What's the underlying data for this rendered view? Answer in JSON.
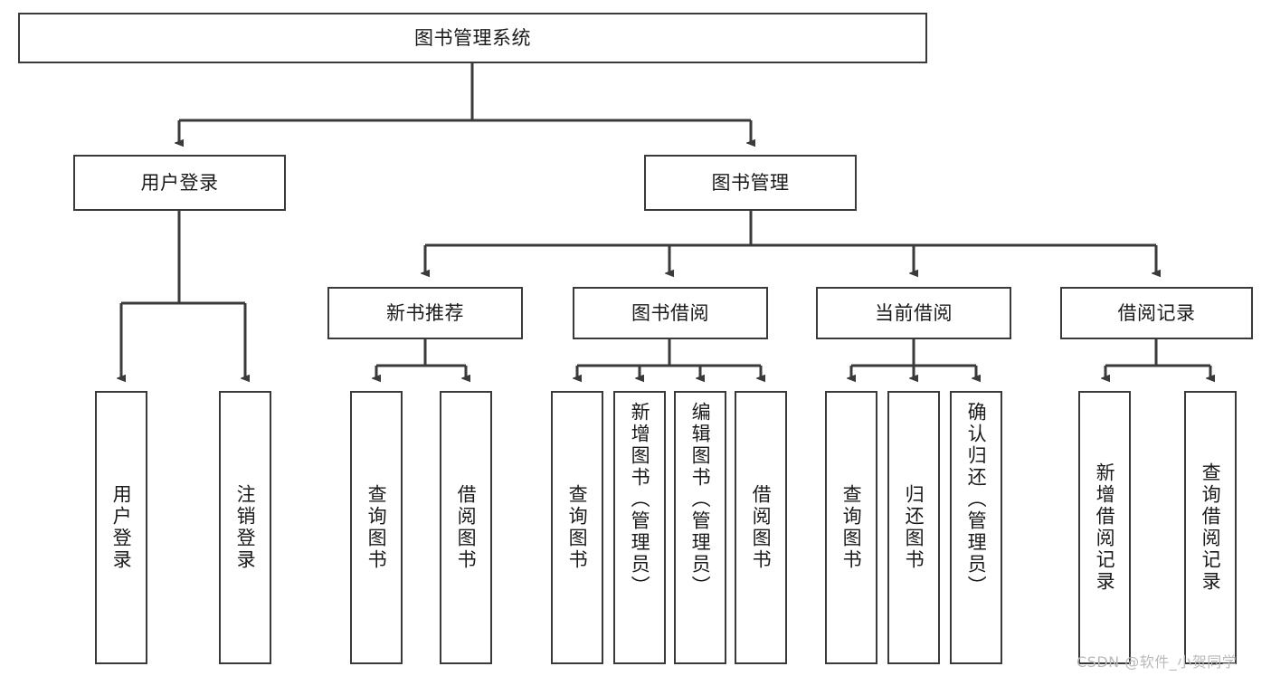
{
  "diagram": {
    "type": "hierarchy-tree",
    "title": "图书管理系统",
    "root": {
      "label": "图书管理系统"
    },
    "level2": [
      {
        "label": "用户登录"
      },
      {
        "label": "图书管理"
      }
    ],
    "level3": [
      {
        "label": "新书推荐"
      },
      {
        "label": "图书借阅"
      },
      {
        "label": "当前借阅"
      },
      {
        "label": "借阅记录"
      }
    ],
    "leaves": {
      "user_login": [
        {
          "label": "用户登录"
        },
        {
          "label": "注销登录"
        }
      ],
      "new_book": [
        {
          "label": "查询图书"
        },
        {
          "label": "借阅图书"
        }
      ],
      "book_borrow": [
        {
          "label": "查询图书"
        },
        {
          "label": "新增图书（管理员）"
        },
        {
          "label": "编辑图书（管理员）"
        },
        {
          "label": "借阅图书"
        }
      ],
      "current_borrow": [
        {
          "label": "查询图书"
        },
        {
          "label": "归还图书"
        },
        {
          "label": "确认归还（管理员）"
        }
      ],
      "borrow_record": [
        {
          "label": "新增借阅记录"
        },
        {
          "label": "查询借阅记录"
        }
      ]
    }
  },
  "watermark": {
    "text": "CSDN @软件_小贺同学"
  },
  "colors": {
    "stroke": "#3a3a3a",
    "text": "#1a1a1a",
    "background": "#ffffff",
    "watermark": "#b9b9b9"
  }
}
